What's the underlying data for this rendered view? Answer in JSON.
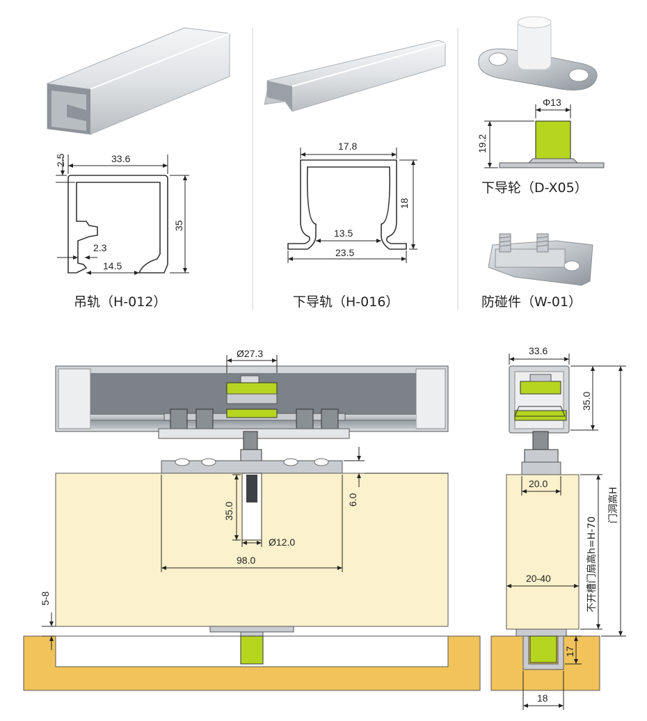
{
  "colors": {
    "door": "#fbf1cc",
    "floor": "#f2c35a",
    "green": "#b5d51f",
    "rail": "#c8ccd0",
    "rail_dark": "#8a8f94",
    "metal": "#a9adb2"
  },
  "products": [
    {
      "caption": "吊轨（H-012）",
      "dims": [
        "2.5",
        "33.6",
        "35",
        "2.3",
        "14.5"
      ]
    },
    {
      "caption": "下导轨（H-016）",
      "dims": [
        "17.8",
        "18",
        "13.5",
        "23.5"
      ]
    },
    {
      "caption": "下导轮（D-X05）",
      "dims": [
        "Φ13",
        "19.2"
      ]
    },
    {
      "caption": "防碰件（W-01）",
      "dims": []
    }
  ],
  "assembly_front": {
    "dims": [
      "Ø27.3",
      "35.0",
      "Ø12.0",
      "98.0",
      "6.0",
      "5-8"
    ]
  },
  "assembly_side": {
    "dims": [
      "33.6",
      "35.0",
      "20.0",
      "20-40",
      "18",
      "17"
    ],
    "labels": [
      "不开槽门扇高h=H-70",
      "门洞高H"
    ]
  }
}
